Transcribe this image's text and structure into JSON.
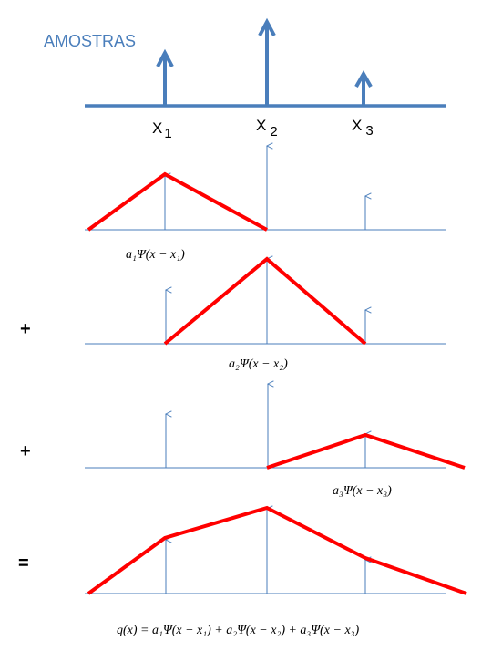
{
  "title": "AMOSTRAS",
  "sample_labels": [
    {
      "main": "X",
      "sub": "1"
    },
    {
      "main": "X",
      "sub": "2"
    },
    {
      "main": "X",
      "sub": "3"
    }
  ],
  "operators": {
    "plus_1": "+",
    "plus_2": "+",
    "equals": "="
  },
  "formulas": {
    "term_1": "a₁Ψ(x − x₁)",
    "term_2": "a₂Ψ(x − x₂)",
    "term_3": "a₃Ψ(x − x₃)",
    "sum": "q(x) = a₁Ψ(x − x₁) + a₂Ψ(x − x₂) + a₃Ψ(x − x₃)"
  },
  "colors": {
    "axis": "#4a7ebb",
    "basis": "#ff0000",
    "title": "#4a7ebb"
  }
}
